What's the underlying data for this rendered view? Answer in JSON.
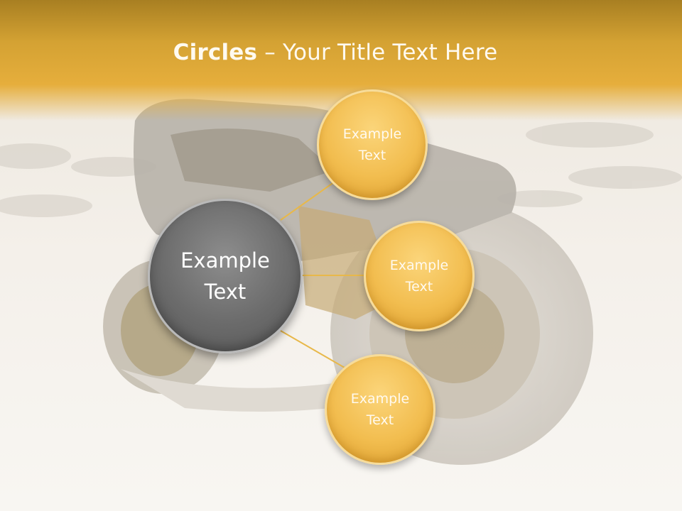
{
  "title": {
    "bold": "Circles",
    "rest": " – Your Title Text Here"
  },
  "center_circle": {
    "line1": "Example",
    "line2": "Text"
  },
  "outer_circles": [
    {
      "line1": "Example",
      "line2": "Text"
    },
    {
      "line1": "Example",
      "line2": "Text"
    },
    {
      "line1": "Example",
      "line2": "Text"
    }
  ],
  "colors": {
    "header": "#e3aa3a",
    "center_circle": "#737373",
    "outer_circle": "#f2be52",
    "connector": "#e8b84a"
  }
}
